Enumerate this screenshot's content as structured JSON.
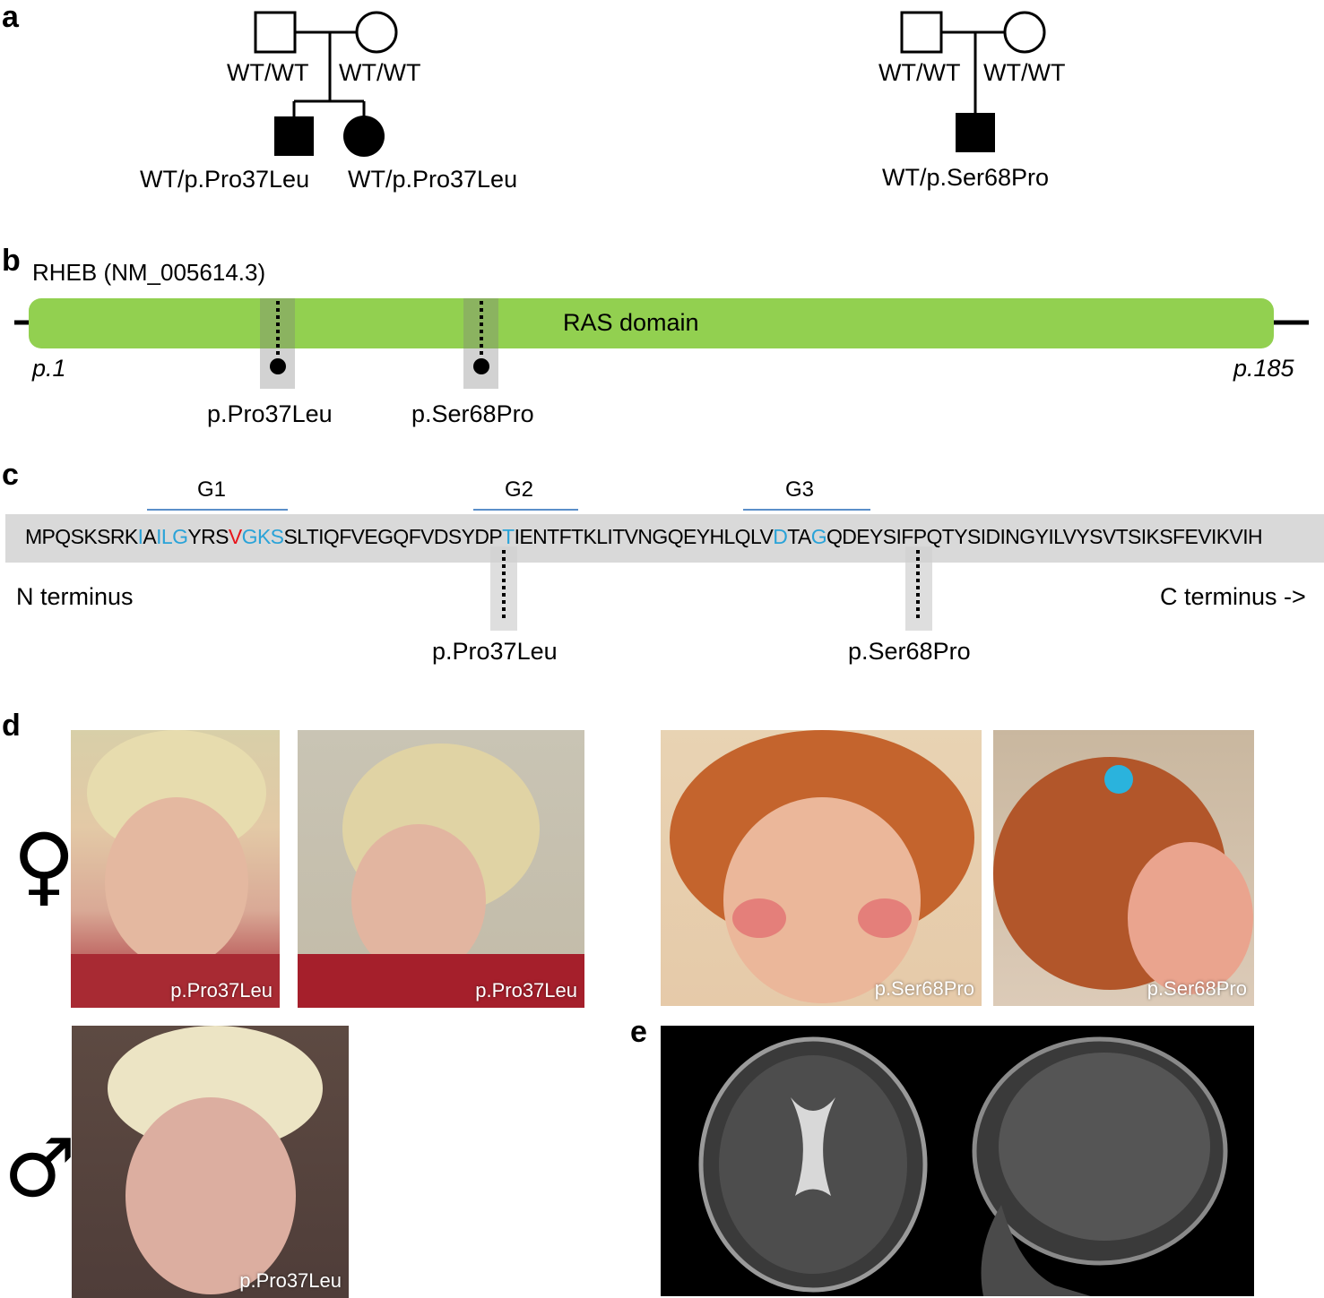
{
  "panels": {
    "a": "a",
    "b": "b",
    "c": "c",
    "d": "d",
    "e": "e"
  },
  "pedigree1": {
    "father": "WT/WT",
    "mother": "WT/WT",
    "son": "WT/p.Pro37Leu",
    "daughter": "WT/p.Pro37Leu"
  },
  "pedigree2": {
    "father": "WT/WT",
    "mother": "WT/WT",
    "son": "WT/p.Ser68Pro"
  },
  "protein": {
    "name": "RHEB (NM_005614.3)",
    "domain": "RAS domain",
    "start": "p.1",
    "end": "p.185",
    "mutation1": "p.Pro37Leu",
    "mutation2": "p.Ser68Pro",
    "domain_color": "#92d050"
  },
  "sequence": {
    "segments": [
      {
        "t": "MPQSKSRK",
        "c": "black"
      },
      {
        "t": "I",
        "c": "blue"
      },
      {
        "t": "A",
        "c": "black"
      },
      {
        "t": "ILG",
        "c": "blue"
      },
      {
        "t": "YRS",
        "c": "black"
      },
      {
        "t": "V",
        "c": "red"
      },
      {
        "t": "GKS",
        "c": "blue"
      },
      {
        "t": "SLTIQFVEGQFVDSYDP",
        "c": "black"
      },
      {
        "t": "T",
        "c": "blue"
      },
      {
        "t": "IENTFTKLITVNGQEYHLQLV",
        "c": "black"
      },
      {
        "t": "D",
        "c": "blue"
      },
      {
        "t": "TA",
        "c": "black"
      },
      {
        "t": "G",
        "c": "blue"
      },
      {
        "t": "QDEYSIFPQTYSIDINGYILVYSVTSIKSFEVIKVIH",
        "c": "black"
      }
    ],
    "g1": "G1",
    "g2": "G2",
    "g3": "G3",
    "n_terminus": "N terminus",
    "c_terminus": "C terminus ->",
    "mutation1": "p.Pro37Leu",
    "mutation2": "p.Ser68Pro"
  },
  "photos": {
    "female_symbol": "♀",
    "male_symbol": "♂",
    "cap1": "p.Pro37Leu",
    "cap2": "p.Pro37Leu",
    "cap3": "p.Ser68Pro",
    "cap4": "p.Ser68Pro",
    "cap5": "p.Pro37Leu"
  }
}
